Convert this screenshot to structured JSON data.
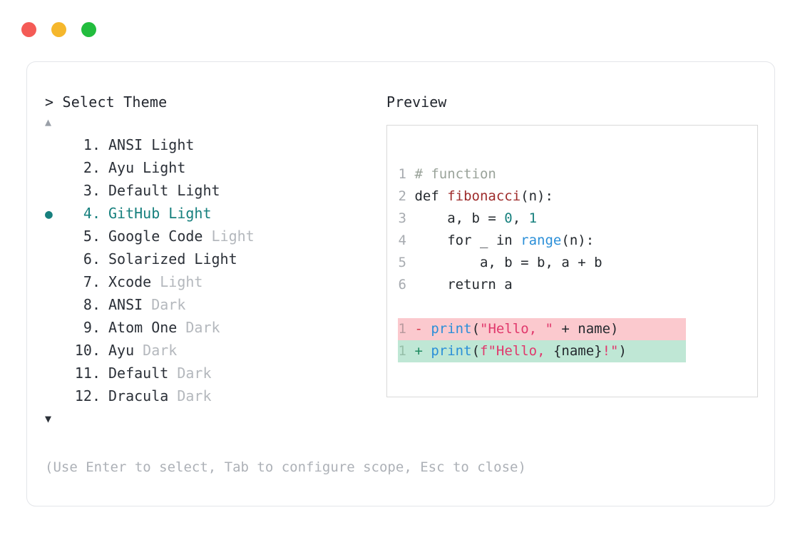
{
  "window": {
    "dots": [
      {
        "name": "close",
        "color": "#f45b56"
      },
      {
        "name": "minimize",
        "color": "#f5b72c"
      },
      {
        "name": "maximize",
        "color": "#22bd3e"
      }
    ]
  },
  "left": {
    "prompt": "> Select Theme",
    "scroll_up": "▲",
    "scroll_down": "▼",
    "bullet": "●",
    "selected_index": 4,
    "accent_color": "#17807e",
    "muted_color": "#b4b8bd",
    "items": [
      {
        "index": "1.",
        "name": "ANSI Light",
        "variant": "",
        "selected": false
      },
      {
        "index": "2.",
        "name": "Ayu Light",
        "variant": "",
        "selected": false
      },
      {
        "index": "3.",
        "name": "Default Light",
        "variant": "",
        "selected": false
      },
      {
        "index": "4.",
        "name": "GitHub Light",
        "variant": "",
        "selected": true
      },
      {
        "index": "5.",
        "name": "Google Code ",
        "variant": "Light",
        "selected": false
      },
      {
        "index": "6.",
        "name": "Solarized Light",
        "variant": "",
        "selected": false
      },
      {
        "index": "7.",
        "name": "Xcode ",
        "variant": "Light",
        "selected": false
      },
      {
        "index": "8.",
        "name": "ANSI ",
        "variant": "Dark",
        "selected": false
      },
      {
        "index": "9.",
        "name": "Atom One ",
        "variant": "Dark",
        "selected": false
      },
      {
        "index": "10.",
        "name": "Ayu ",
        "variant": "Dark",
        "selected": false
      },
      {
        "index": "11.",
        "name": "Default ",
        "variant": "Dark",
        "selected": false
      },
      {
        "index": "12.",
        "name": "Dracula ",
        "variant": "Dark",
        "selected": false
      }
    ],
    "hint": "(Use Enter to select, Tab to configure scope, Esc to close)"
  },
  "preview": {
    "title": "Preview",
    "code": {
      "lines": [
        {
          "num": "1",
          "comment": "# function"
        },
        {
          "num": "2",
          "kw": "def ",
          "fname": "fibonacci",
          "rest": "(n):"
        },
        {
          "num": "3",
          "pre": "    a, b = ",
          "n0": "0",
          "mid": ", ",
          "n1": "1"
        },
        {
          "num": "4",
          "pre": "    for _ in ",
          "builtin": "range",
          "rest": "(n):"
        },
        {
          "num": "5",
          "plain": "        a, b = b, a + b"
        },
        {
          "num": "6",
          "plain": "    return a"
        }
      ],
      "diff": [
        {
          "num": "1",
          "sign": "-",
          "kind": "del",
          "fn": "print",
          "open": "(",
          "str": "\"Hello, \"",
          "tail": " + name",
          "close": ")"
        },
        {
          "num": "1",
          "sign": "+",
          "kind": "ins",
          "fn": "print",
          "open": "(",
          "str_a": "f\"Hello, ",
          "brace": "{name}",
          "str_b": "!\"",
          "close": ")"
        }
      ]
    },
    "colors": {
      "diff_del_bg": "#fbc9ce",
      "diff_ins_bg": "#bfe7d5",
      "comment": "#9aa39a",
      "function_name": "#9e2b2b",
      "builtin": "#2b8fd8",
      "number": "#17807e",
      "string": "#e0386c"
    }
  }
}
